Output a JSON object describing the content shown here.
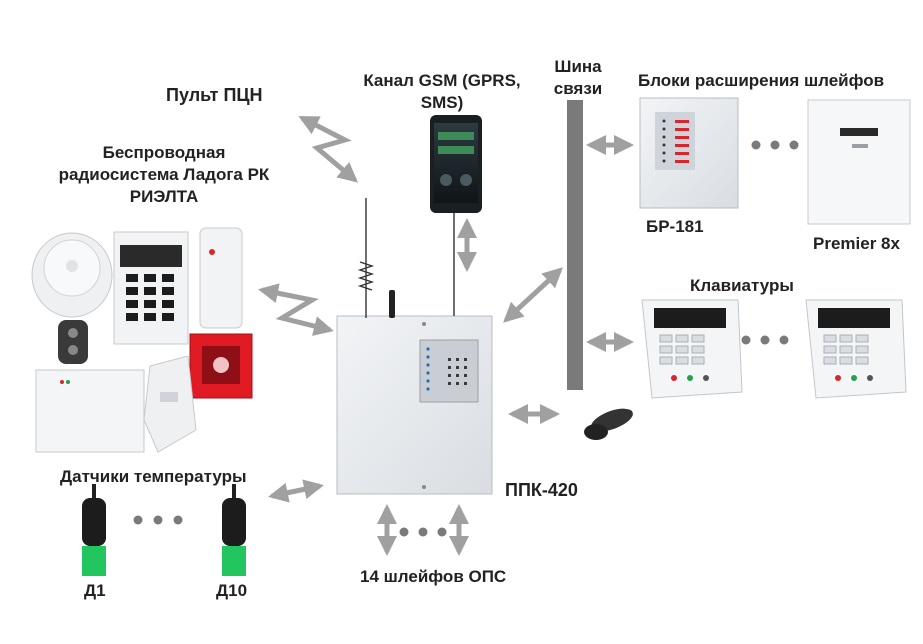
{
  "labels": {
    "console": "Пульт ПЦН",
    "gsm_line1": "Канал GSM (GPRS,",
    "gsm_line2": "SMS)",
    "bus_line1": "Шина",
    "bus_line2": "связи",
    "expanders": "Блоки расширения шлейфов",
    "wireless_line1": "Беспроводная",
    "wireless_line2": "радиосистема Ладога РК",
    "wireless_line3": "РИЭЛТА",
    "br181": "БР-181",
    "premier": "Premier 8x",
    "keypads": "Клавиатуры",
    "temp_sensors": "Датчики температуры",
    "ppk": "ППК-420",
    "loops": "14 шлейфов ОПС",
    "d1": "Д1",
    "d10": "Д10"
  },
  "colors": {
    "arrow": "#a0a0a0",
    "bus": "#7a7a7a",
    "text": "#222222",
    "sensor_green": "#22c55e",
    "alarm_red": "#e01b24"
  },
  "icons": [
    "zigzag-radio-arrow",
    "double-arrow",
    "ellipsis-dots",
    "smartphone",
    "control-panel",
    "keypad",
    "expander-box",
    "key-fob",
    "temperature-probe",
    "smoke-detector",
    "manual-call-point",
    "motion-detector"
  ]
}
